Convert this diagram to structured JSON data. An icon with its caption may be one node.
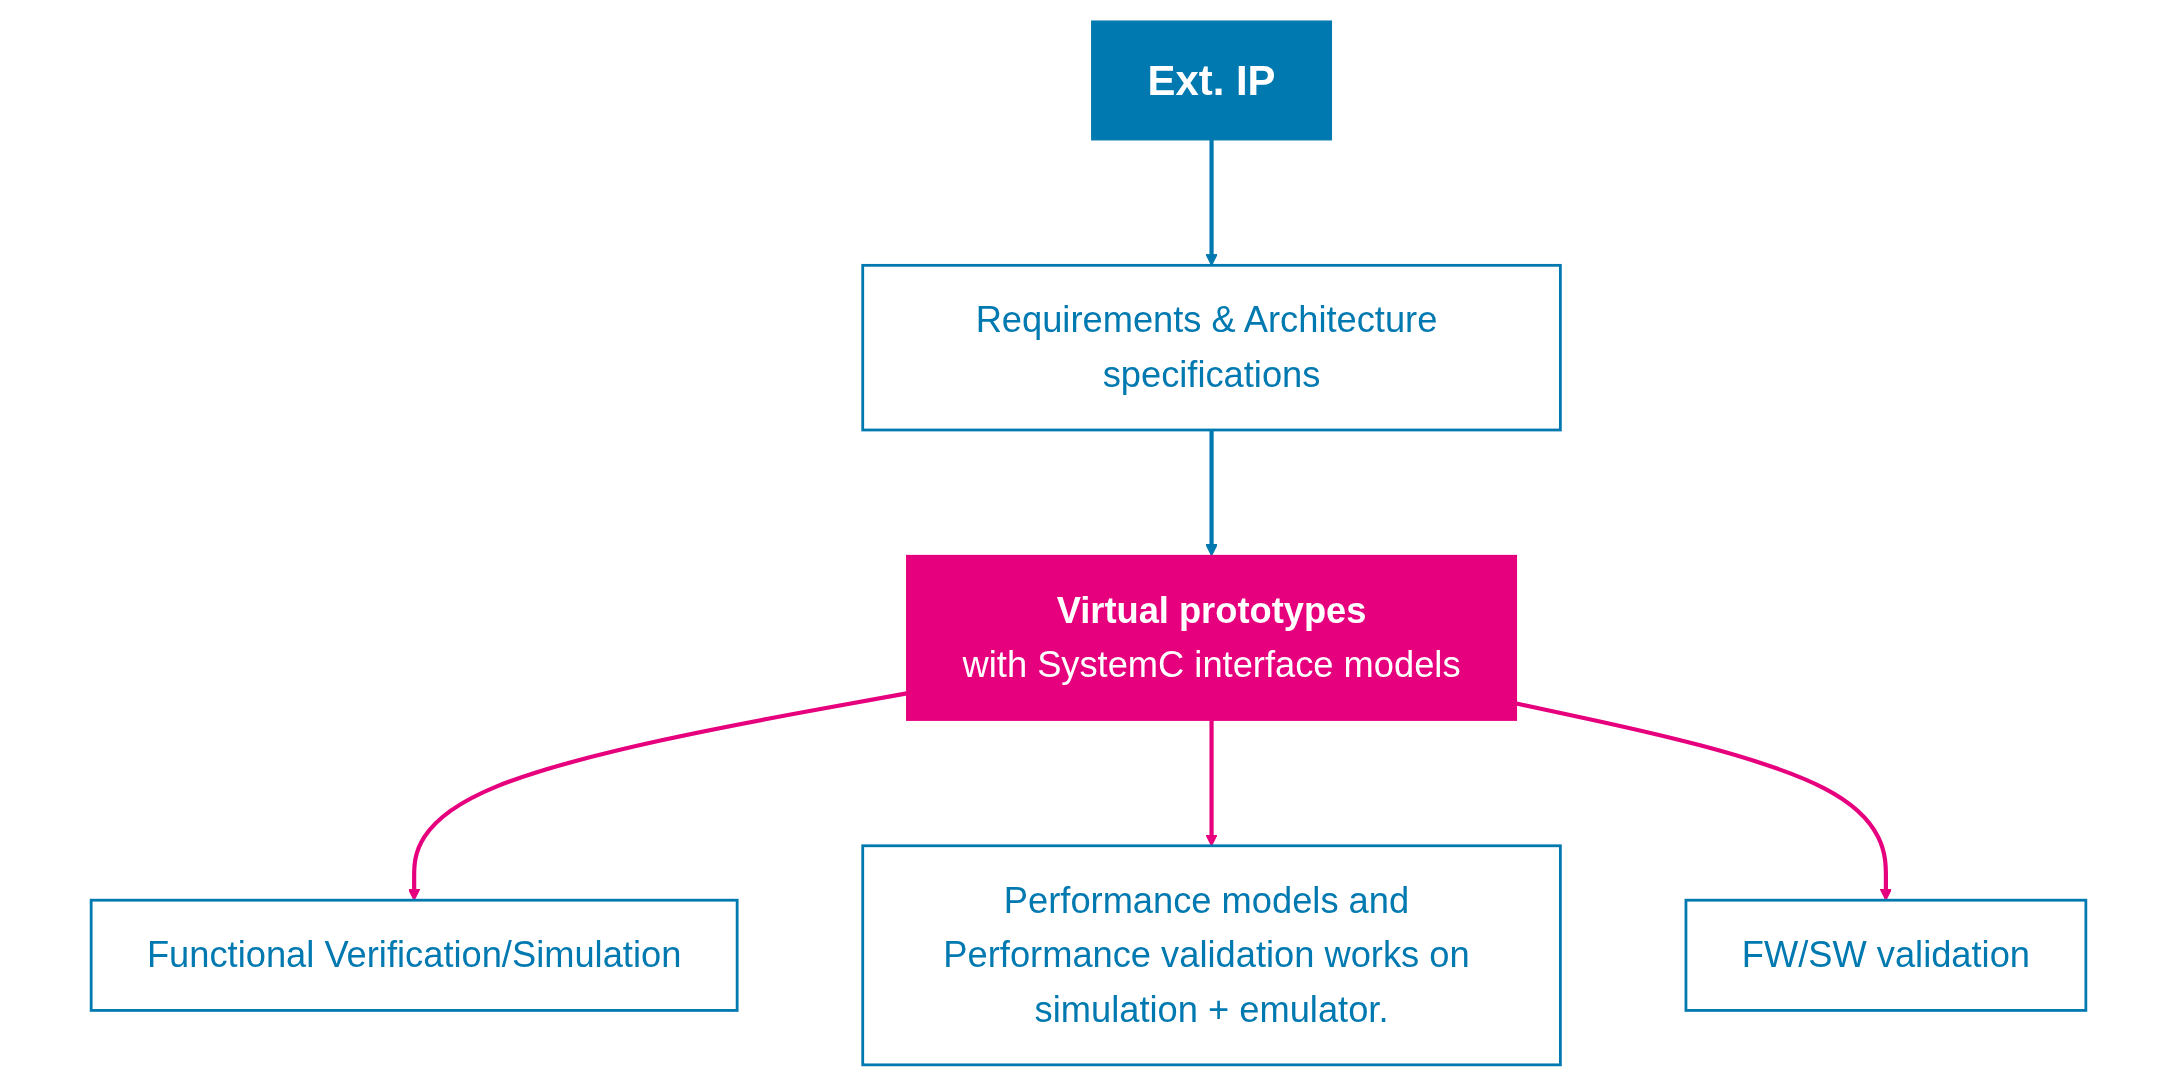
{
  "diagram": {
    "nodes": [
      {
        "text": [
          "Ext. IP"
        ]
      },
      {
        "text": [
          "Requirements & Architecture specifications"
        ]
      },
      {
        "text": [
          "Virtual prototypes",
          "with SystemC interface models"
        ]
      },
      {
        "text": [
          "Functional Verification/Simulation"
        ]
      },
      {
        "text": [
          "Performance models and Performance validation works on simulation + emulator."
        ]
      },
      {
        "text": [
          "FW/SW validation"
        ]
      }
    ],
    "edges": [
      {
        "from": 0,
        "to": 1,
        "arrow": "to",
        "color": "#0079b0"
      },
      {
        "from": 1,
        "to": 2,
        "arrow": "to",
        "color": "#0079b0"
      },
      {
        "from": 2,
        "to": 3,
        "arrow": "to"
      },
      {
        "from": 2,
        "to": 4,
        "arrow": "to"
      },
      {
        "from": 2,
        "to": 5,
        "arrow": "to"
      }
    ]
  }
}
